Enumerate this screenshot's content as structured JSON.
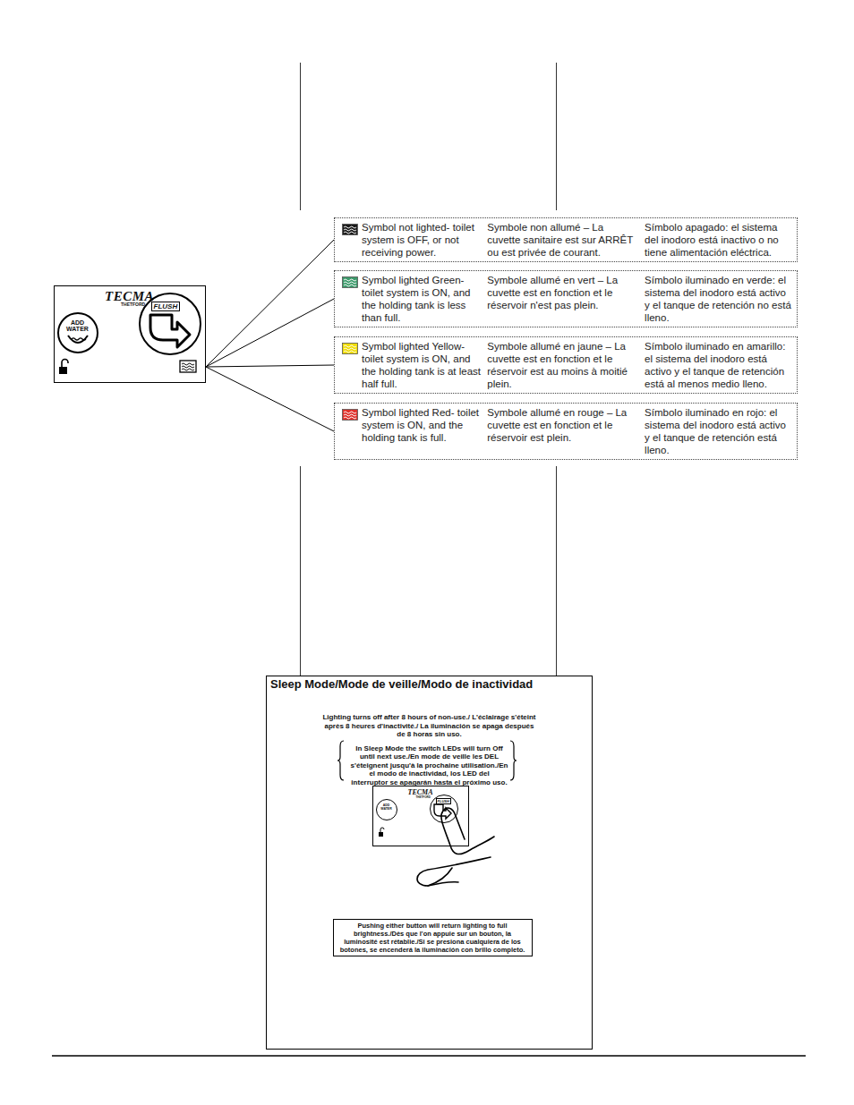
{
  "diagram": {
    "nodes": [
      {
        "text": [
          "TECMA",
          "THETFORD"
        ]
      },
      {
        "text": [
          "ADD WATER"
        ],
        "in": 0
      },
      {
        "text": [
          "FLUSH"
        ],
        "in": 0
      },
      {
        "text": [
          "Symbol not lighted- toilet system is OFF, or not receiving power.",
          "Symbole non allumé – La cuvette sanitaire est sur ARRÊT ou est privée de courant.",
          "Símbolo apagado: el sistema del inodoro está inactivo o no tiene alimentación eléctrica."
        ]
      },
      {
        "text": [
          "Symbol lighted Green- toilet system is ON, and the holding tank is less than full.",
          "Symbole allumé en vert – La cuvette est en fonction et le réservoir n'est pas plein.",
          "Símbolo iluminado en verde: el sistema del inodoro está activo y el tanque de retención no está lleno."
        ]
      },
      {
        "text": [
          "Symbol lighted Yellow- toilet system is ON, and the holding tank is at least half full.",
          "Symbole allumé en jaune – La cuvette est en fonction et le réservoir est au moins à moitié plein.",
          "Símbolo iluminado en amarillo: el sistema del inodoro está activo y el tanque de retención está al menos medio lleno."
        ]
      },
      {
        "text": [
          "Symbol lighted Red- toilet system is ON, and the holding tank is full.",
          "Symbole allumé en rouge – La cuvette est en fonction et le réservoir est plein.",
          "Símbolo iluminado en rojo: el sistema del inodoro está activo y el tanque de retención está lleno."
        ]
      },
      {
        "text": [
          "Sleep Mode/Mode de veille/Modo de inactividad",
          "Lighting turns off after 8 hours of non-use./ L'éclairage s'éteint après 8 heures d'inactivité./ La iluminación se apaga después de 8 horas sin uso.",
          "In Sleep Mode the switch LEDs will turn Off until next use./En mode de veille les DEL s'éteignent jusqu'à la prochaine utilisation./En el modo de inactividad, los LED del interruptor se apagarán hasta el próximo uso."
        ]
      },
      {
        "text": [
          "TECMA",
          "THETFORD"
        ],
        "in": 7
      },
      {
        "text": [
          "ADD WATER"
        ],
        "in": 8
      },
      {
        "text": [
          "FLUSH"
        ],
        "in": 8
      },
      {
        "text": [
          "Pushing either button will return lighting to full brightness./Dès que l'on appuie sur un bouton, la luminosité est rétablie./Si se presiona cualquiera de los botones, se encenderá la iluminación con brillo completo."
        ],
        "in": 7
      }
    ],
    "edges": [
      {
        "from": 0,
        "to": 3,
        "arrow": "none"
      },
      {
        "from": 0,
        "to": 4,
        "arrow": "none"
      },
      {
        "from": 0,
        "to": 5,
        "arrow": "none"
      },
      {
        "from": 0,
        "to": 6,
        "arrow": "none"
      }
    ]
  }
}
